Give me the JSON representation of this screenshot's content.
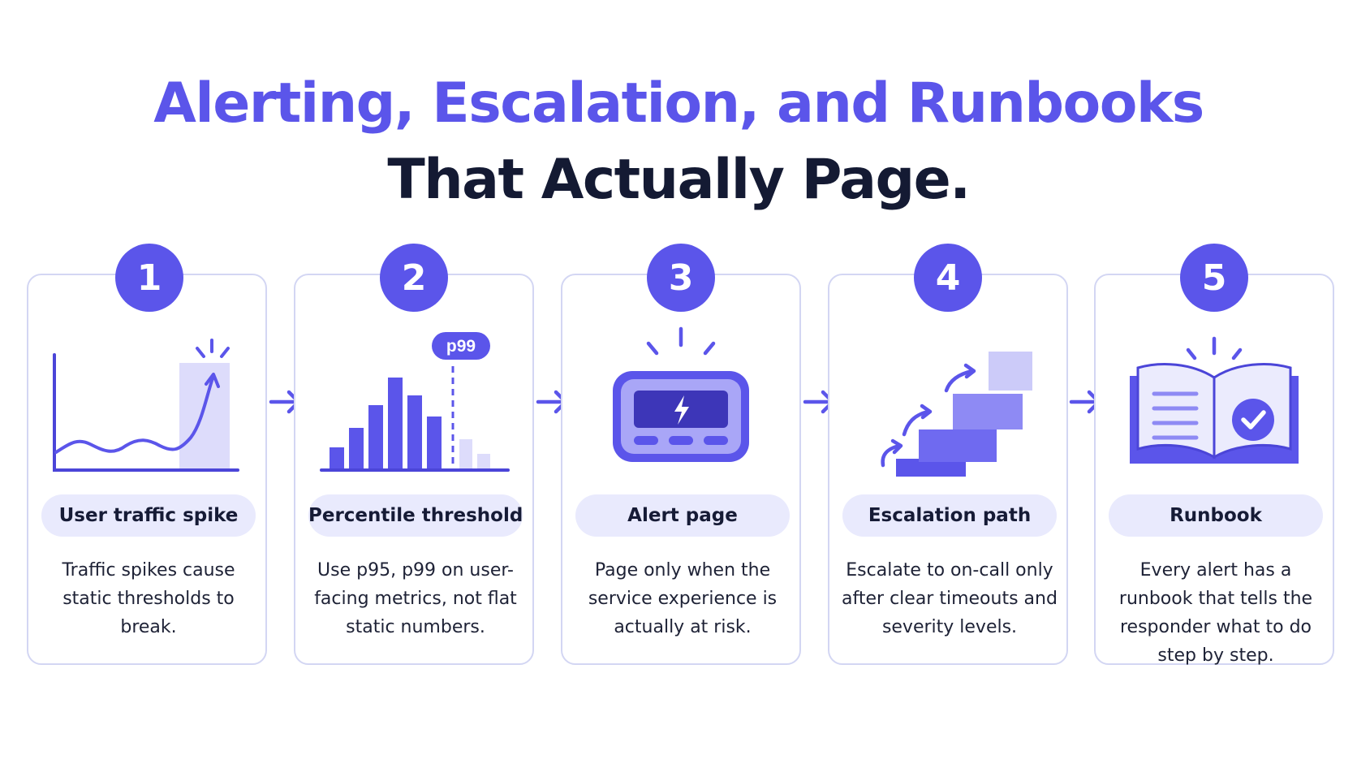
{
  "title": {
    "line1": "Alerting, Escalation, and Runbooks",
    "line2": "That Actually Page."
  },
  "accent_color": "#5b55ea",
  "steps": [
    {
      "number": "1",
      "label": "User traffic spike",
      "description": "Traffic spikes cause static thresholds to break.",
      "icon": "traffic-spike-chart-icon"
    },
    {
      "number": "2",
      "label": "Percentile threshold",
      "description": "Use p95, p99 on user-facing metrics, not flat static numbers.",
      "icon": "percentile-bars-icon",
      "marker": "p99"
    },
    {
      "number": "3",
      "label": "Alert page",
      "description": "Page only when the service experience is actually at risk.",
      "icon": "pager-icon"
    },
    {
      "number": "4",
      "label": "Escalation path",
      "description": "Escalate to on-call only after clear timeouts and severity levels.",
      "icon": "escalation-stairs-icon"
    },
    {
      "number": "5",
      "label": "Runbook",
      "description": "Every alert has a runbook that tells the responder what to do step by step.",
      "icon": "runbook-book-icon"
    }
  ]
}
